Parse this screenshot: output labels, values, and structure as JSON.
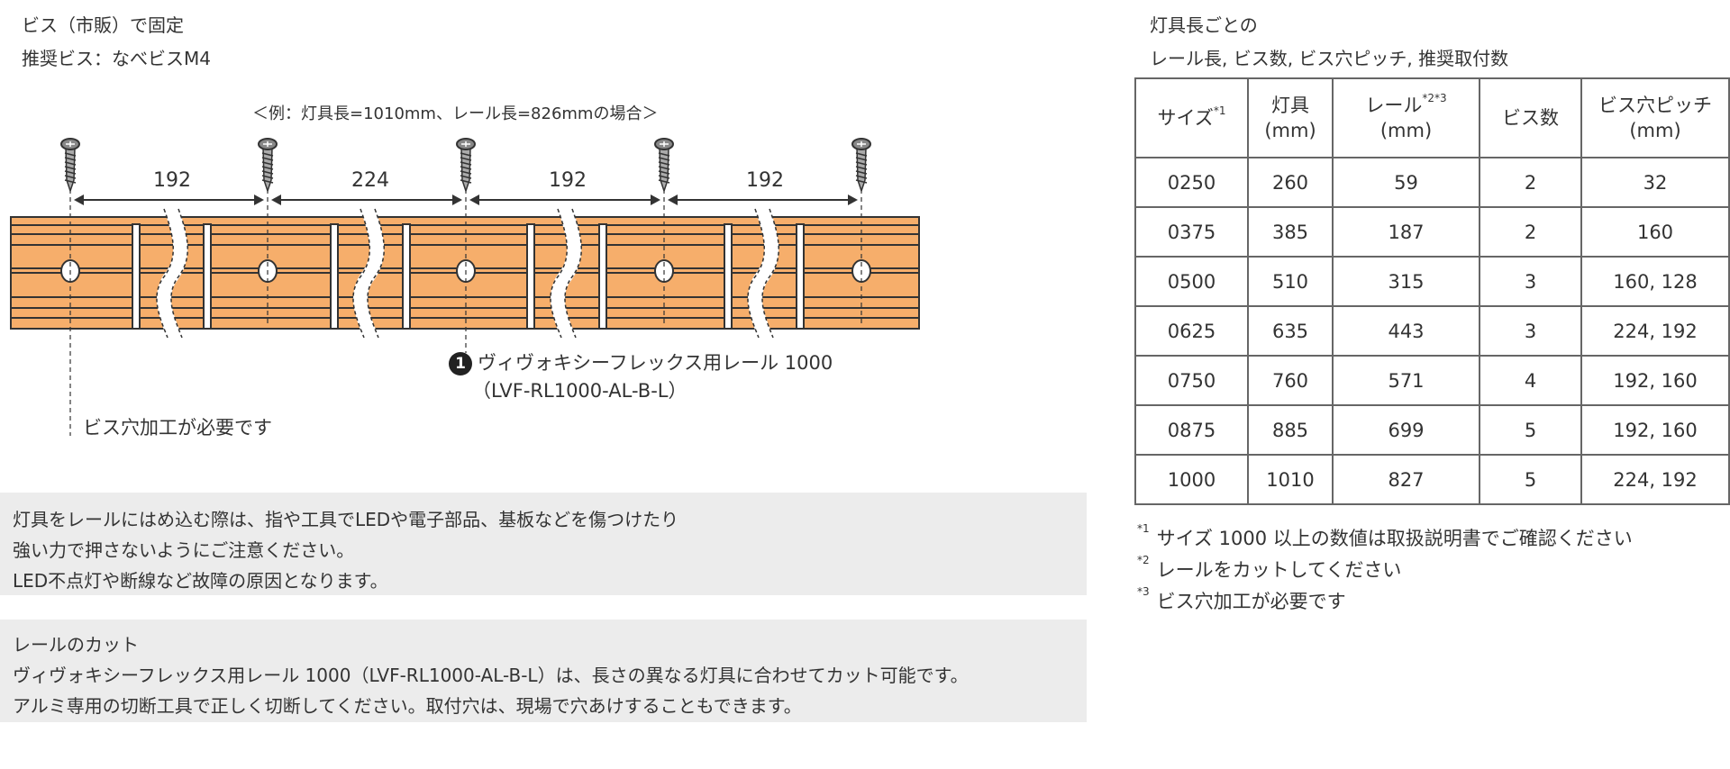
{
  "left": {
    "fix_line1": "ビス（市販）で固定",
    "fix_line2": "推奨ビス：なべビスM4",
    "example_label": "＜例：灯具長=1010mm、レール長=826mmの場合＞",
    "pitches": [
      "192",
      "224",
      "192",
      "192"
    ],
    "callout_number": "1",
    "callout_line1": "ヴィヴォキシーフレックス用レール 1000",
    "callout_line2": "（LVF-RL1000-AL-B-L）",
    "hole_note": "ビス穴加工が必要です"
  },
  "caution": {
    "lines": [
      "灯具をレールにはめ込む際は、指や工具でLEDや電子部品、基板などを傷つけたり",
      "強い力で押さないようにご注意ください。",
      "LED不点灯や断線など故障の原因となります。"
    ]
  },
  "cut": {
    "title": "レールのカット",
    "lines": [
      "ヴィヴォキシーフレックス用レール 1000（LVF-RL1000-AL-B-L）は、長さの異なる灯具に合わせてカット可能です。",
      "アルミ専用の切断工具で正しく切断してください。取付穴は、現場で穴あけすることもできます。"
    ]
  },
  "table": {
    "title_line1": "灯具長ごとの",
    "title_line2": "レール長, ビス数, ビス穴ピッチ, 推奨取付数",
    "headers": [
      {
        "l1": "サイズ",
        "sup": "*1",
        "l2": ""
      },
      {
        "l1": "灯具",
        "sup": "",
        "l2": "(mm)"
      },
      {
        "l1": "レール",
        "sup": "*2*3",
        "l2": "(mm)"
      },
      {
        "l1": "ビス数",
        "sup": "",
        "l2": ""
      },
      {
        "l1": "ビス穴ピッチ",
        "sup": "",
        "l2": "(mm)"
      }
    ],
    "rows": [
      [
        "0250",
        "260",
        "59",
        "2",
        "32"
      ],
      [
        "0375",
        "385",
        "187",
        "2",
        "160"
      ],
      [
        "0500",
        "510",
        "315",
        "3",
        "160, 128"
      ],
      [
        "0625",
        "635",
        "443",
        "3",
        "224, 192"
      ],
      [
        "0750",
        "760",
        "571",
        "4",
        "192, 160"
      ],
      [
        "0875",
        "885",
        "699",
        "5",
        "192, 160"
      ],
      [
        "1000",
        "1010",
        "827",
        "5",
        "224, 192"
      ]
    ],
    "footnotes": [
      {
        "mark": "*1",
        "text": "サイズ 1000 以上の数値は取扱説明書でご確認ください"
      },
      {
        "mark": "*2",
        "text": "レールをカットしてください"
      },
      {
        "mark": "*3",
        "text": "ビス穴加工が必要です"
      }
    ]
  },
  "colors": {
    "rail": "#f6ae6b",
    "line": "#333333",
    "box": "#ececec"
  }
}
